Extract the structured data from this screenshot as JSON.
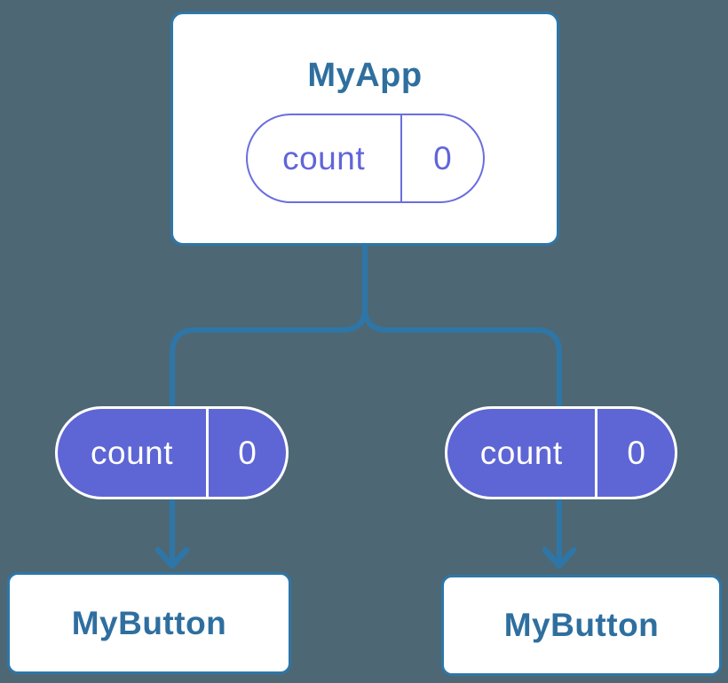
{
  "diagram": {
    "root": {
      "title": "MyApp",
      "state": {
        "name": "count",
        "value": "0"
      }
    },
    "children": [
      {
        "title": "MyButton",
        "prop": {
          "name": "count",
          "value": "0"
        }
      },
      {
        "title": "MyButton",
        "prop": {
          "name": "count",
          "value": "0"
        }
      }
    ]
  },
  "colors": {
    "background": "#4d6874",
    "connector_blue": "#2e76a8",
    "card_border_blue": "#2e76a8",
    "node_title_blue": "#2e6f9f",
    "pill_fill_purple": "#5e66d5",
    "pill_outline_purple": "#6a6edf",
    "pill_text_purple": "#6165d9",
    "pill_text_white": "#ffffff",
    "card_background": "#ffffff"
  }
}
